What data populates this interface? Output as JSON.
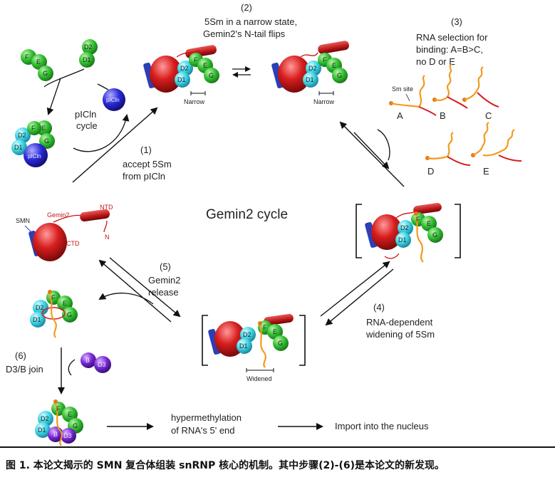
{
  "title": "Gemin2 cycle",
  "steps": {
    "s1": {
      "num": "(1)",
      "line1": "accept 5Sm",
      "line2": "from pICln"
    },
    "s2": {
      "num": "(2)",
      "line1": "5Sm in a narrow state,",
      "line2": "Gemin2's N-tail flips"
    },
    "s3": {
      "num": "(3)",
      "line1": "RNA selection for",
      "line2": "binding: A=B>C,",
      "line3": "no D or E"
    },
    "s4": {
      "num": "(4)",
      "line1": "RNA-dependent",
      "line2": "widening of 5Sm"
    },
    "s5": {
      "num": "(5)",
      "line1": "Gemin2",
      "line2": "release"
    },
    "s6": {
      "num": "(6)",
      "line1": "D3/B join"
    }
  },
  "labels": {
    "picln_cycle_1": "pICln",
    "picln_cycle_2": "cycle",
    "picln": "pICln",
    "narrow": "Narrow",
    "widened": "Widened",
    "sm_site": "Sm site",
    "smn": "SMN",
    "gemin2": "Gemin2",
    "ntd": "NTD",
    "ctd": "CTD",
    "n": "N",
    "hypermethylation_1": "hypermethylation",
    "hypermethylation_2": "of RNA's 5' end",
    "import": "Import into the nucleus"
  },
  "rna_labels": [
    "A",
    "B",
    "C",
    "D",
    "E"
  ],
  "sm_proteins": {
    "f": "F",
    "e": "E",
    "g": "G",
    "d1": "D1",
    "d2": "D2",
    "d3": "D3",
    "b": "B"
  },
  "caption": "图 1. 本论文揭示的 SMN 复合体组装 snRNP 核心的机制。其中步骤(2)-(6)是本论文的新发现。",
  "colors": {
    "green": "#33c033",
    "cyan": "#3fd6e6",
    "blue_picln": "#2a2ad8",
    "purple": "#7a2ad8",
    "red": "#d81e1e",
    "orange": "#f39a1e",
    "smn_blue": "#2a3fb8"
  }
}
